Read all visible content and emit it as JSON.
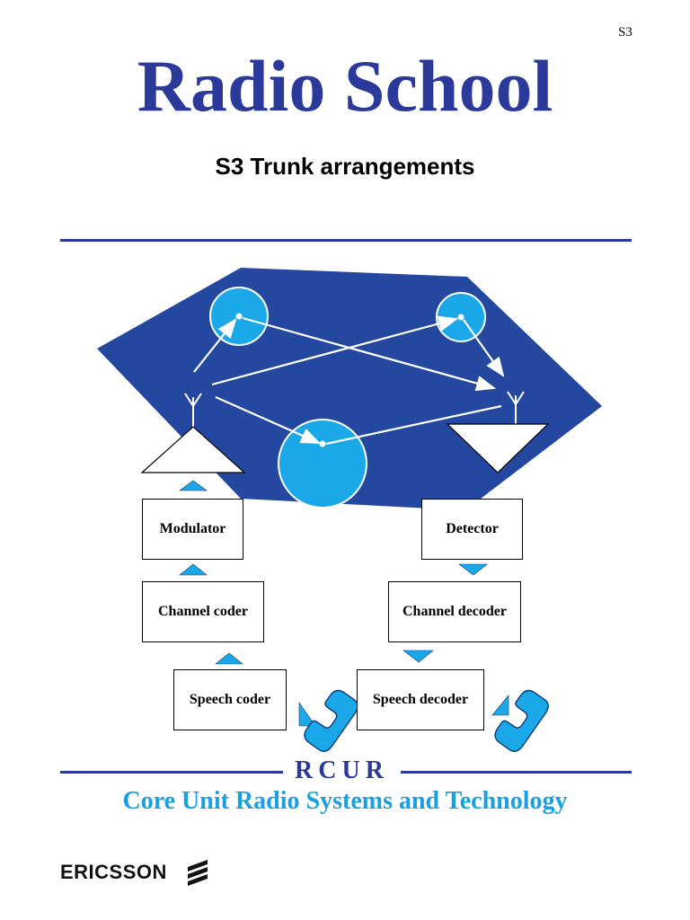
{
  "page_code": "S3",
  "title": "Radio School",
  "subtitle": "S3 Trunk arrangements",
  "diagram": {
    "blocks": {
      "modulator": "Modulator",
      "detector": "Detector",
      "channel_coder": "Channel coder",
      "channel_decoder": "Channel decoder",
      "speech_coder": "Speech coder",
      "speech_decoder": "Speech decoder"
    },
    "colors": {
      "region": "#2448a0",
      "node": "#1aa8e8",
      "arrow_marker": "#1aa8e8"
    },
    "icons": [
      "antenna-icon",
      "transmitter-triangle-icon",
      "receiver-triangle-icon",
      "telephone-handset-icon"
    ]
  },
  "footer": {
    "code": "RCUR",
    "text": "Core Unit Radio Systems and Technology"
  },
  "brand": {
    "name": "ERICSSON"
  },
  "colors": {
    "title": "#2b3a9a",
    "accent": "#1aa0e0"
  }
}
